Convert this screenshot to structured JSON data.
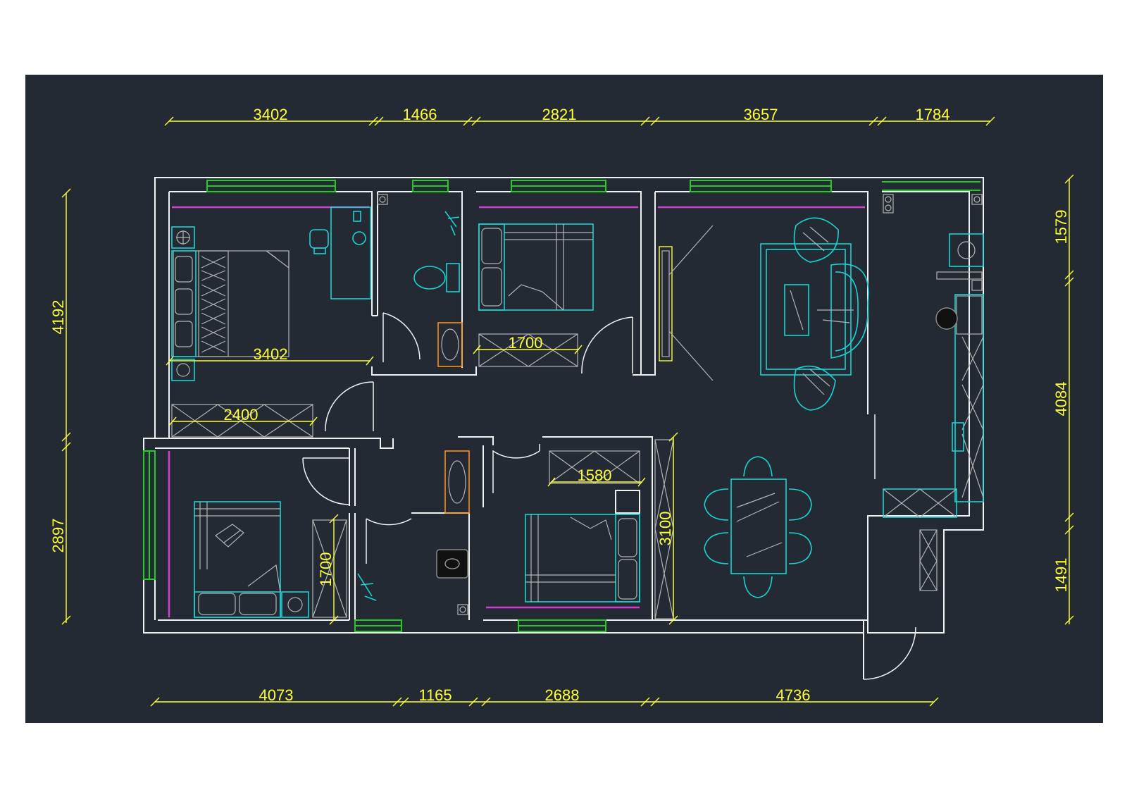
{
  "drawing": {
    "background_color": "#242a33",
    "colors": {
      "walls": "#f2f2f2",
      "windows": "#22cc22",
      "curtains": "#d040d0",
      "furniture": "#19d3d3",
      "fixtures": "#b4b4b4",
      "dimensions": "#ffff33",
      "rugs": "#ff8c1a"
    },
    "dimensions": {
      "top": [
        "3402",
        "1466",
        "2821",
        "3657",
        "1784"
      ],
      "bottom": [
        "4073",
        "1165",
        "2688",
        "4736"
      ],
      "left": [
        "4192",
        "2897"
      ],
      "right": [
        "1579",
        "4084",
        "1491"
      ],
      "interior": [
        "3402",
        "2400",
        "1700",
        "1580",
        "1700",
        "3100"
      ]
    }
  }
}
